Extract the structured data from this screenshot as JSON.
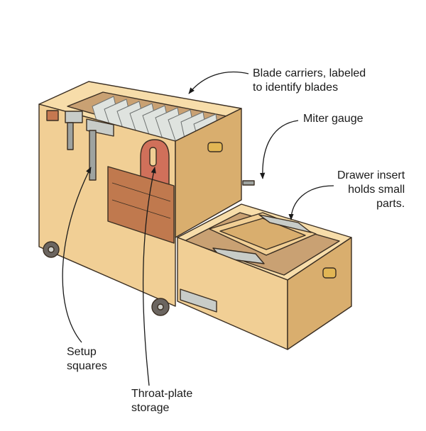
{
  "callouts": {
    "blade_carriers": [
      "Blade carriers, labeled",
      "to identify blades"
    ],
    "miter_gauge": [
      "Miter gauge"
    ],
    "drawer_insert": [
      "Drawer insert",
      "holds small",
      "parts."
    ],
    "setup_squares": [
      "Setup",
      "squares"
    ],
    "throat_plate": [
      "Throat-plate",
      "storage"
    ]
  },
  "colors": {
    "plywood": "#f1cf95",
    "plywood_light": "#f7ddaa",
    "plywood_shade": "#d9ae6e",
    "cavity": "#c9a173",
    "outline": "#3a2e22",
    "throat_plate": "#d0705a",
    "pocket": "#c0794e",
    "metal": "#c8ccc8",
    "brass": "#e2b654",
    "wheel": "#6b6560",
    "leader": "#1a1a1a"
  }
}
